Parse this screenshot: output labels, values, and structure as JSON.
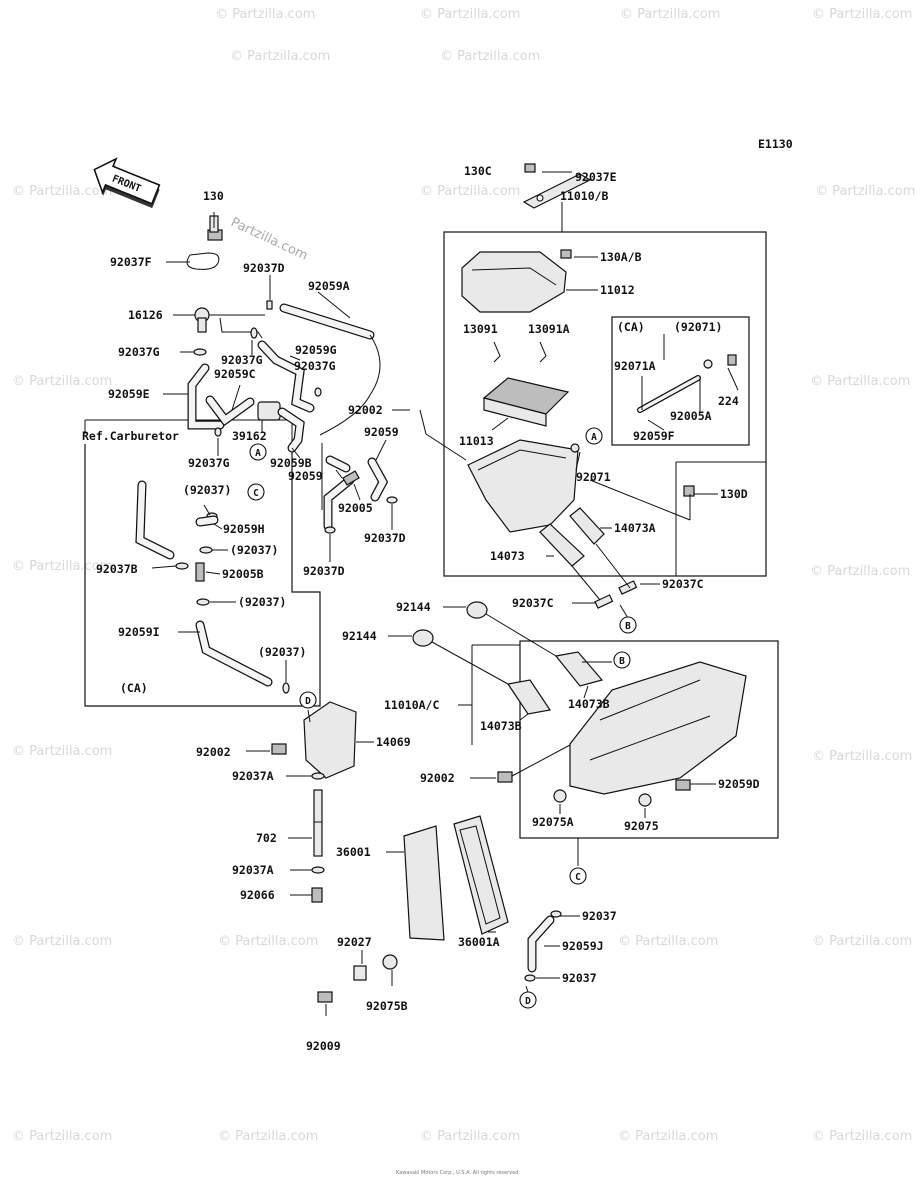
{
  "diagram_code": "E1130",
  "front_label": "FRONT",
  "ref_label": "Ref.Carburetor",
  "ca_label": "(CA)",
  "watermark": "© Partzilla.com",
  "watermark_brand": "Partzilla.com",
  "footer": "Kawasaki Motors Corp., U.S.A. All rights reserved.",
  "callouts": [
    "A",
    "B",
    "C",
    "D"
  ],
  "labels": {
    "l130": "130",
    "l92037F": "92037F",
    "l92037D_a": "92037D",
    "l92059A": "92059A",
    "l16126": "16126",
    "l92059G": "92059G",
    "l92037G_a": "92037G",
    "l92037G_b": "92037G",
    "l92037G_c": "92037G",
    "l92059C": "92059C",
    "l92059E": "92059E",
    "l39162": "39162",
    "l92037G_d": "92037G",
    "l92059B": "92059B",
    "l92002_a": "92002",
    "l92059_a": "92059",
    "l92059_b": "92059",
    "l92005": "92005",
    "l92037D_b": "92037D",
    "l92037D_c": "92037D",
    "l92037_p1": "(92037)",
    "l92059H": "92059H",
    "l92037_p2": "(92037)",
    "l92037B": "92037B",
    "l92005B": "92005B",
    "l92037_p3": "(92037)",
    "l92059I": "92059I",
    "l92037_p4": "(92037)",
    "l130C": "130C",
    "l92037E": "92037E",
    "l11010B": "11010/B",
    "l130AB": "130A/B",
    "l11012": "11012",
    "l13091": "13091",
    "l13091A": "13091A",
    "lCA2": "(CA)",
    "l92071p": "(92071)",
    "l92071A": "92071A",
    "l224": "224",
    "l92005A": "92005A",
    "l92059F": "92059F",
    "l11013": "11013",
    "l92071": "92071",
    "l130D": "130D",
    "l14073A": "14073A",
    "l14073": "14073",
    "l92037C_a": "92037C",
    "l92037C_b": "92037C",
    "l92144_a": "92144",
    "l92144_b": "92144",
    "l14073B_a": "14073B",
    "l14073B_b": "14073B",
    "l11010AC": "11010A/C",
    "l14069": "14069",
    "l92002_b": "92002",
    "l92037A_a": "92037A",
    "l92002_c": "92002",
    "l92059D": "92059D",
    "l702": "702",
    "l92075A": "92075A",
    "l92075": "92075",
    "l36001": "36001",
    "l92037A_b": "92037A",
    "l92066": "92066",
    "l92037_a": "92037",
    "l92027": "92027",
    "l36001A": "36001A",
    "l92059J": "92059J",
    "l92037_b": "92037",
    "l92075B": "92075B",
    "l92009": "92009"
  }
}
